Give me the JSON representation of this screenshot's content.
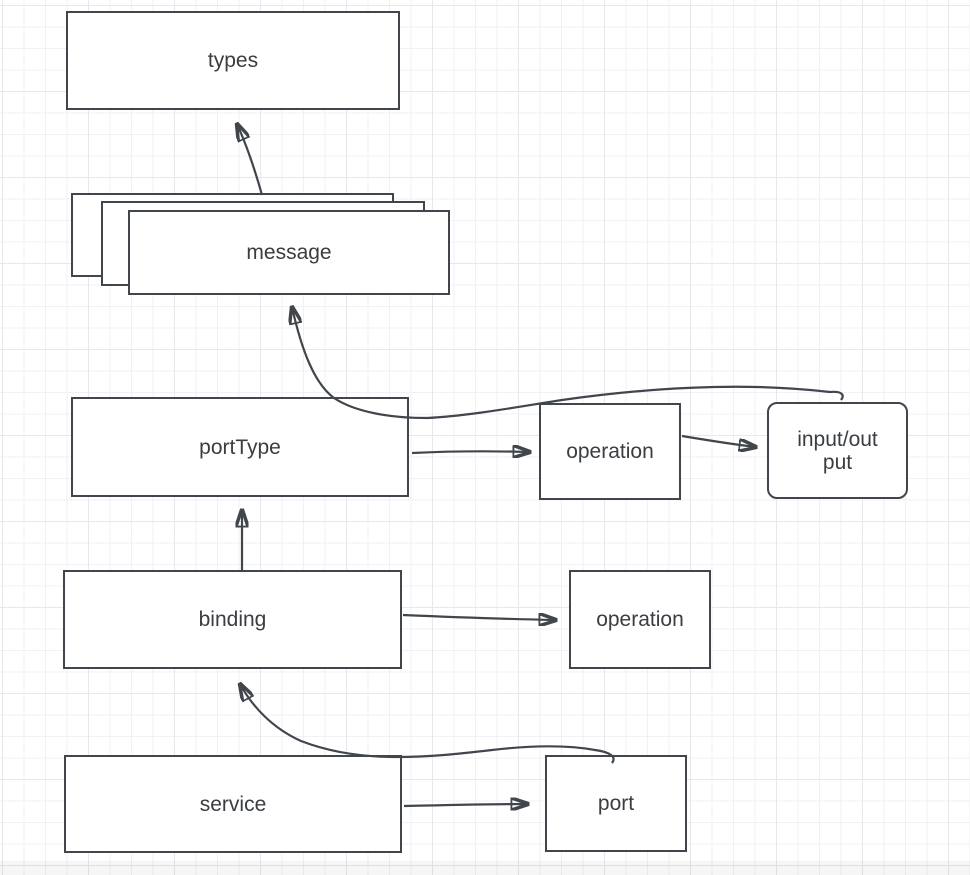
{
  "canvas": {
    "background": "#ffffff",
    "grid_minor_color": "#f1f1f5",
    "grid_major_color": "#e7e7ed",
    "stroke_color": "#41464c",
    "text_color": "#3a3e42"
  },
  "nodes": {
    "types": {
      "label": "types"
    },
    "message": {
      "label": "message"
    },
    "portType": {
      "label": "portType"
    },
    "operation_top": {
      "label": "operation"
    },
    "input_output": {
      "line1": "input/out",
      "line2": "put"
    },
    "binding": {
      "label": "binding"
    },
    "operation_bottom": {
      "label": "operation"
    },
    "service": {
      "label": "service"
    },
    "port": {
      "label": "port"
    }
  },
  "edges": [
    {
      "from": "message",
      "to": "types"
    },
    {
      "from": "input_output",
      "to": "message"
    },
    {
      "from": "portType",
      "to": "operation_top"
    },
    {
      "from": "operation_top",
      "to": "input_output"
    },
    {
      "from": "binding",
      "to": "portType"
    },
    {
      "from": "binding",
      "to": "operation_bottom"
    },
    {
      "from": "port",
      "to": "binding"
    },
    {
      "from": "service",
      "to": "port"
    }
  ]
}
